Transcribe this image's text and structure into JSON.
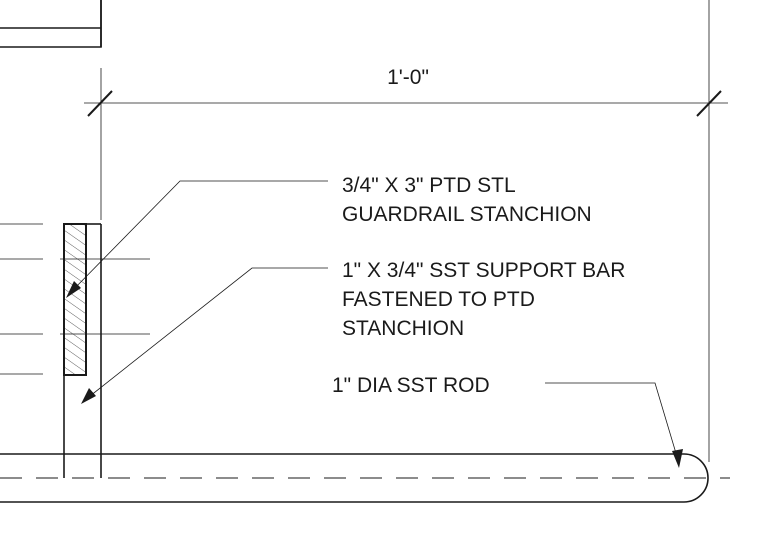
{
  "drawing": {
    "dimension": {
      "text": "1'-0\""
    },
    "callouts": [
      {
        "lines": [
          "3/4\" X 3\" PTD STL",
          "GUARDRAIL STANCHION"
        ]
      },
      {
        "lines": [
          "1\" X 3/4\" SST SUPPORT BAR",
          "FASTENED TO PTD",
          "STANCHION"
        ]
      },
      {
        "lines": [
          "1\" DIA SST ROD"
        ]
      }
    ],
    "colors": {
      "ink": "#1a1a1a",
      "background": "#ffffff"
    }
  }
}
